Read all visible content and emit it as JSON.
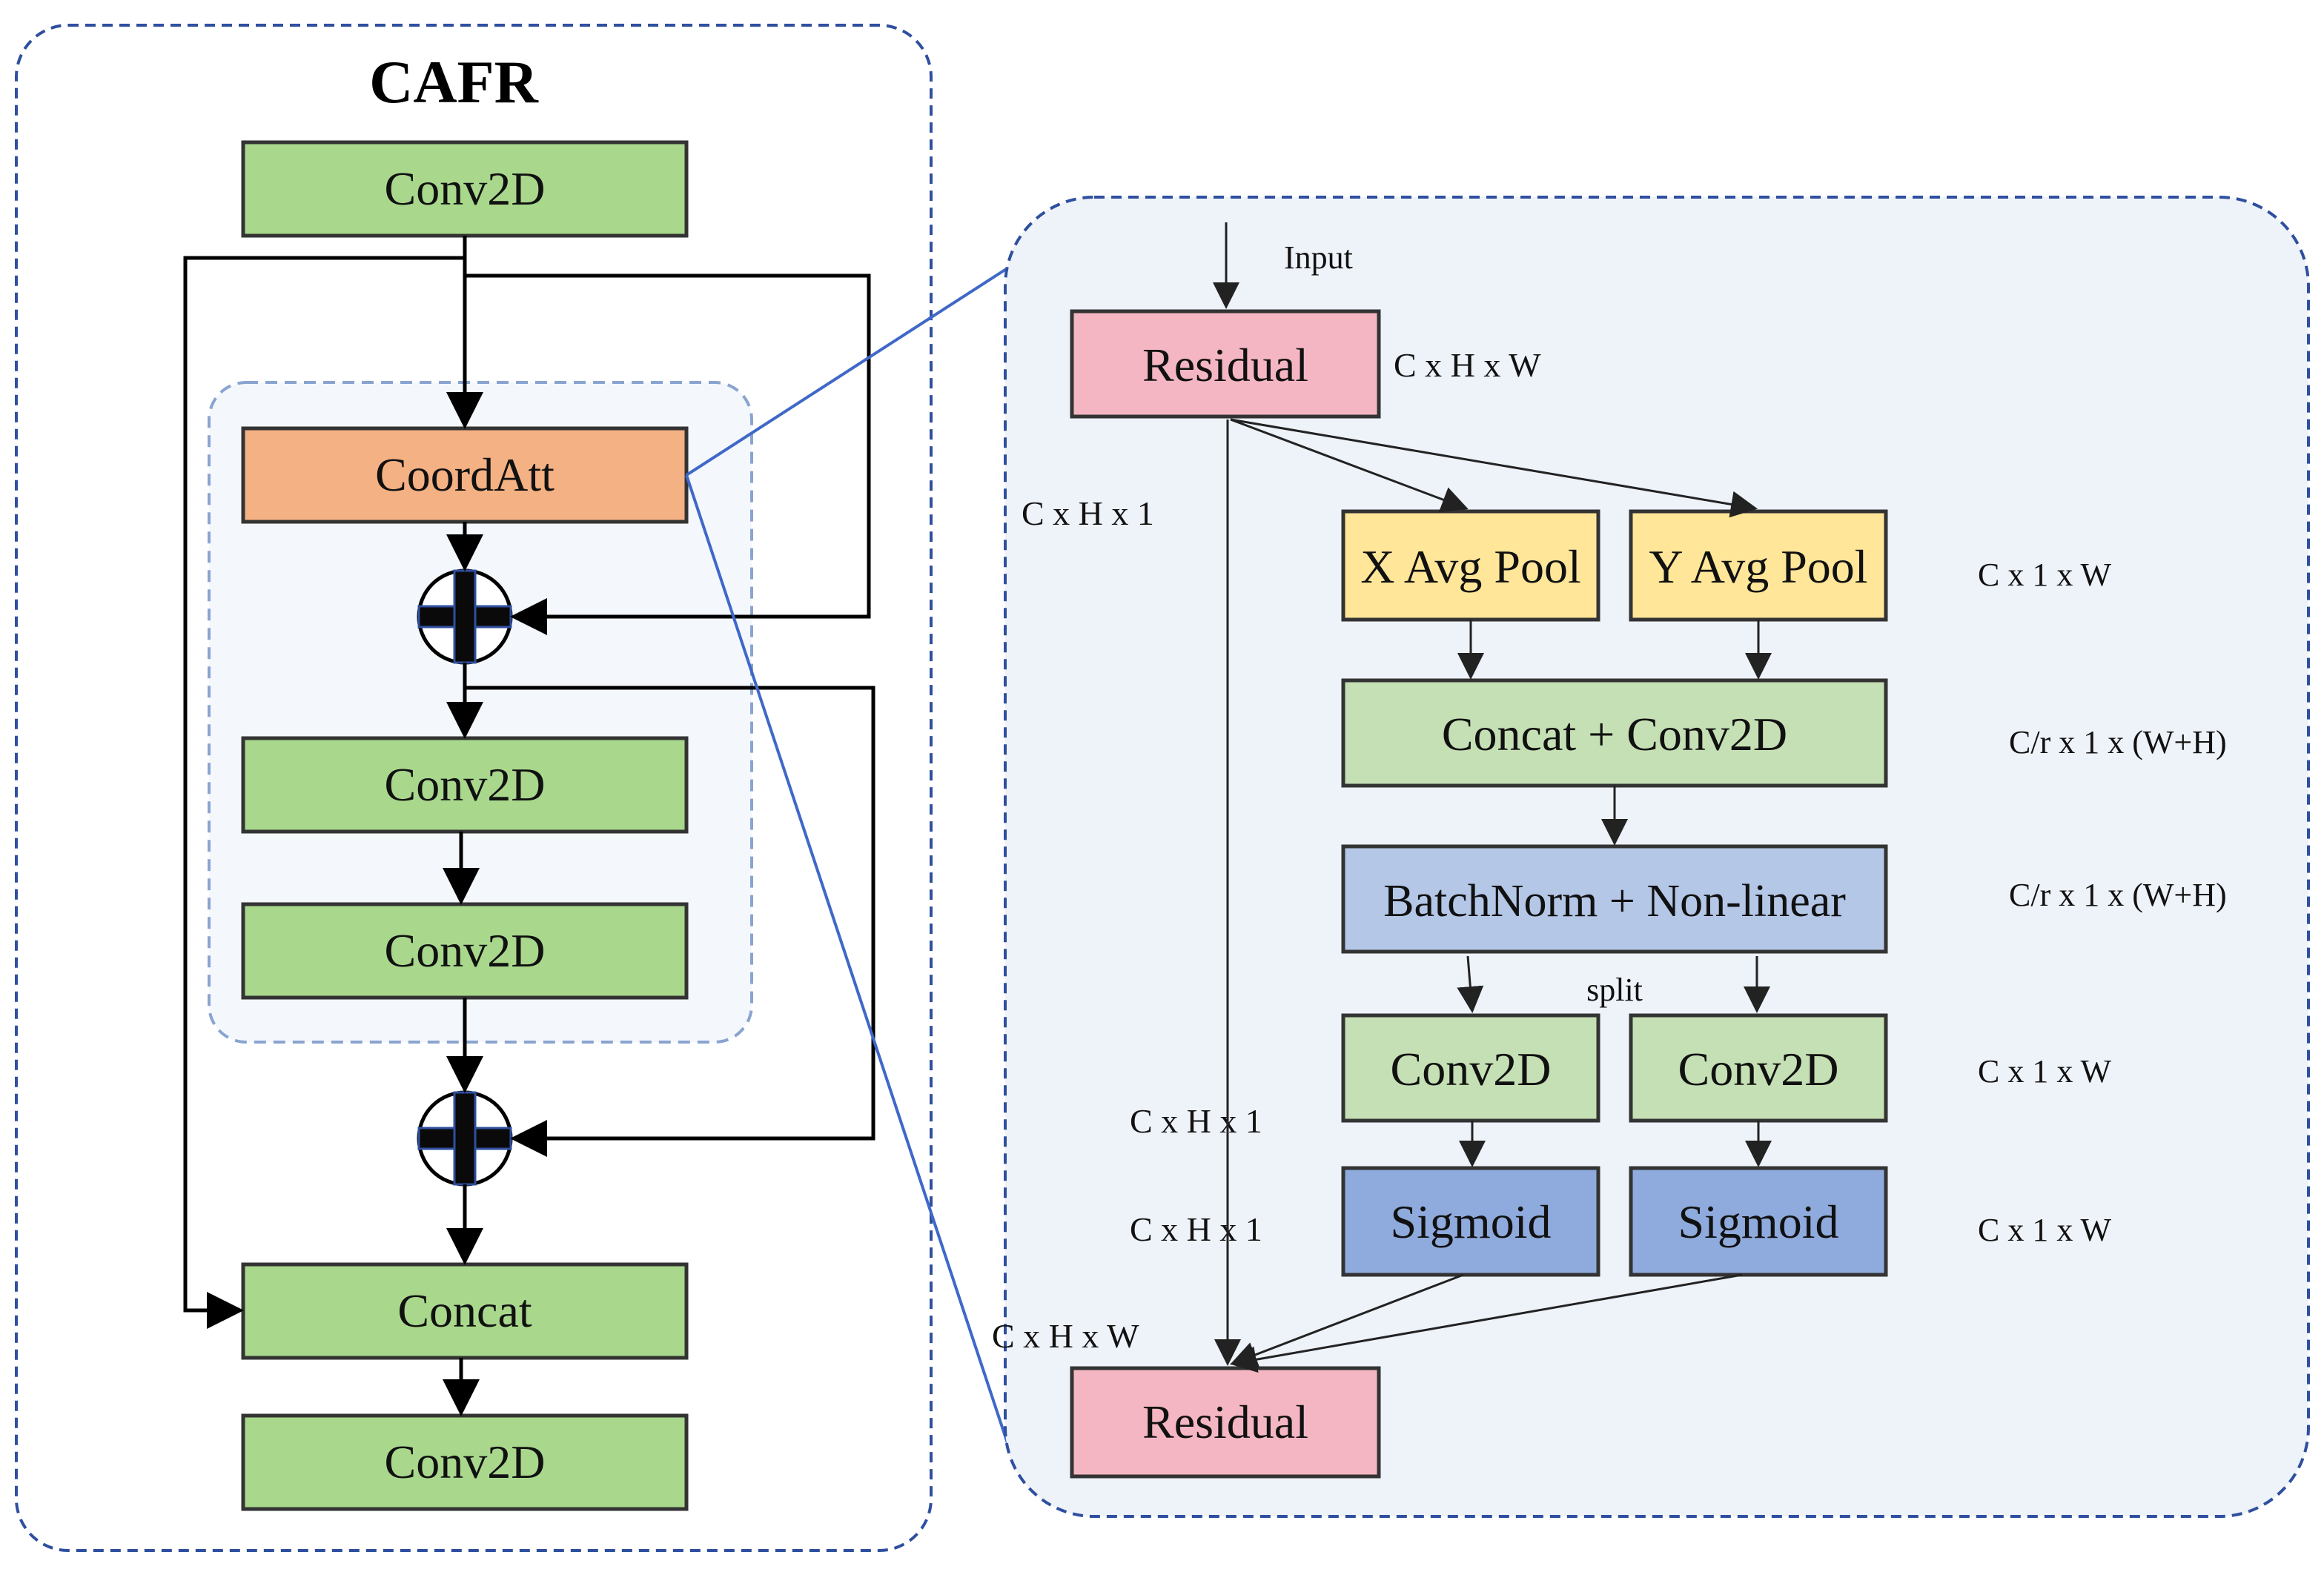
{
  "left_panel": {
    "title": "CAFR",
    "conv_top": "Conv2D",
    "coord_att": "CoordAtt",
    "conv_mid_1": "Conv2D",
    "conv_mid_2": "Conv2D",
    "concat": "Concat",
    "conv_bottom": "Conv2D"
  },
  "right_panel": {
    "input_label": "Input",
    "residual_top": "Residual",
    "x_avg_pool": "X Avg Pool",
    "y_avg_pool": "Y Avg Pool",
    "concat_conv": "Concat + Conv2D",
    "batchnorm": "BatchNorm + Non-linear",
    "split_label": "split",
    "conv_left": "Conv2D",
    "conv_right": "Conv2D",
    "sigmoid_left": "Sigmoid",
    "sigmoid_right": "Sigmoid",
    "residual_bottom": "Residual",
    "dims": {
      "residual_top": "C x H x W",
      "left_side": "C x H x 1",
      "pool": "C x 1 x W",
      "concat_conv": "C/r x 1 x (W+H)",
      "batchnorm": "C/r x 1 x (W+H)",
      "conv_left": "C x H x 1",
      "conv_right": "C x 1 x W",
      "sigmoid_left": "C x H x 1",
      "sigmoid_right": "C x 1 x W",
      "residual_bottom": "C x H x W"
    }
  },
  "colors": {
    "conv_green": "#a9d88d",
    "coordatt_orange": "#f4b183",
    "residual_pink": "#f4b6c2",
    "pool_yellow": "#ffe699",
    "concat_conv_green": "#c5e0b4",
    "batchnorm_blue": "#b4c7e7",
    "sigmoid_blue": "#8faadc",
    "panel_border": "#2f4f9f",
    "zoom_line": "#3f68c8",
    "right_panel_bg": "#eef2f9"
  }
}
